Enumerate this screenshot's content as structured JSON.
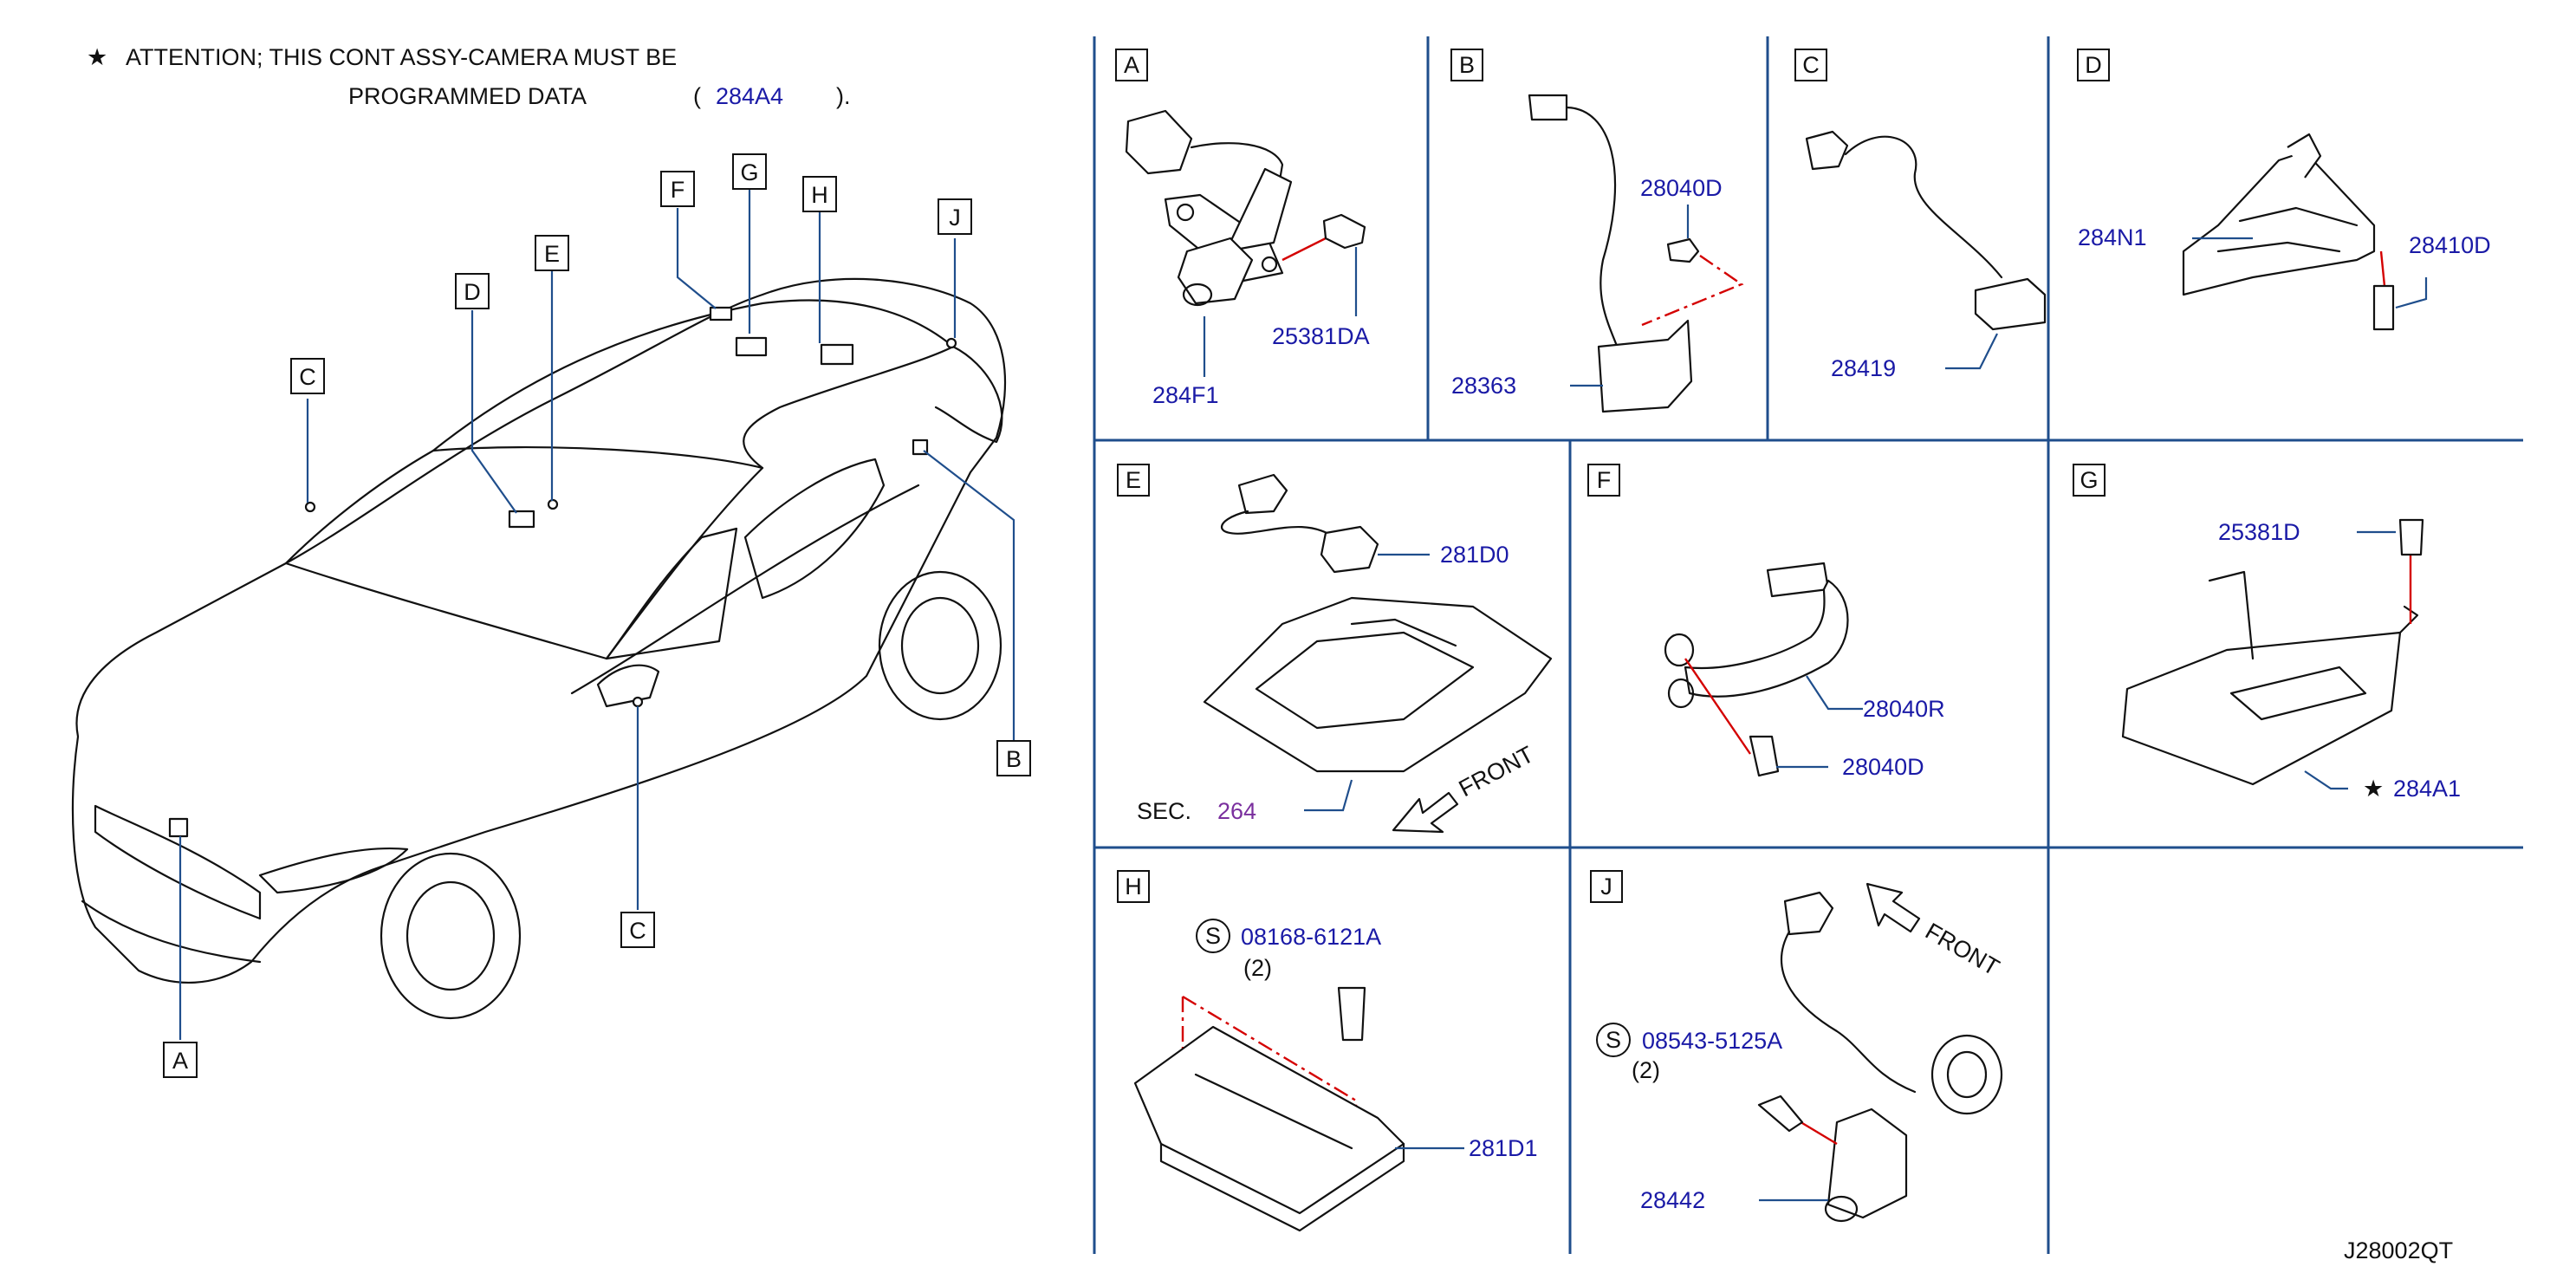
{
  "attention": {
    "star": "★",
    "line1": "ATTENTION;  THIS  CONT  ASSY-CAMERA  MUST  BE",
    "line2": "PROGRAMMED  DATA",
    "open_paren": "(",
    "part": "284A4",
    "close_paren": ")."
  },
  "car_callouts": {
    "A": "A",
    "B": "B",
    "C_left": "C",
    "C_mirror": "C",
    "D": "D",
    "E": "E",
    "F": "F",
    "G": "G",
    "H": "H",
    "J": "J"
  },
  "panels": {
    "A": {
      "label": "A",
      "parts": [
        "284F1",
        "25381DA"
      ]
    },
    "B": {
      "label": "B",
      "parts": [
        "28040D",
        "28363"
      ]
    },
    "C": {
      "label": "C",
      "parts": [
        "28419"
      ]
    },
    "D": {
      "label": "D",
      "parts": [
        "284N1",
        "28410D"
      ]
    },
    "E": {
      "label": "E",
      "parts": [
        "281D0"
      ],
      "sec_prefix": "SEC.",
      "sec_number": "264",
      "front": "FRONT"
    },
    "F": {
      "label": "F",
      "parts": [
        "28040R",
        "28040D"
      ]
    },
    "G": {
      "label": "G",
      "parts": [
        "25381D",
        "284A1"
      ],
      "star": "★"
    },
    "H": {
      "label": "H",
      "symbol": "S",
      "parts": [
        "08168-6121A",
        "281D1"
      ],
      "qty": "(2)"
    },
    "J": {
      "label": "J",
      "symbol": "S",
      "parts": [
        "08543-5125A",
        "28442"
      ],
      "qty": "(2)",
      "front": "FRONT"
    }
  },
  "drawing_code": "J28002QT",
  "colors": {
    "part_number": "#1a1aa6",
    "section_reference": "#7a2f9e",
    "grid_lines": "#1f4e8c",
    "fastener_indicator": "#d40000"
  }
}
